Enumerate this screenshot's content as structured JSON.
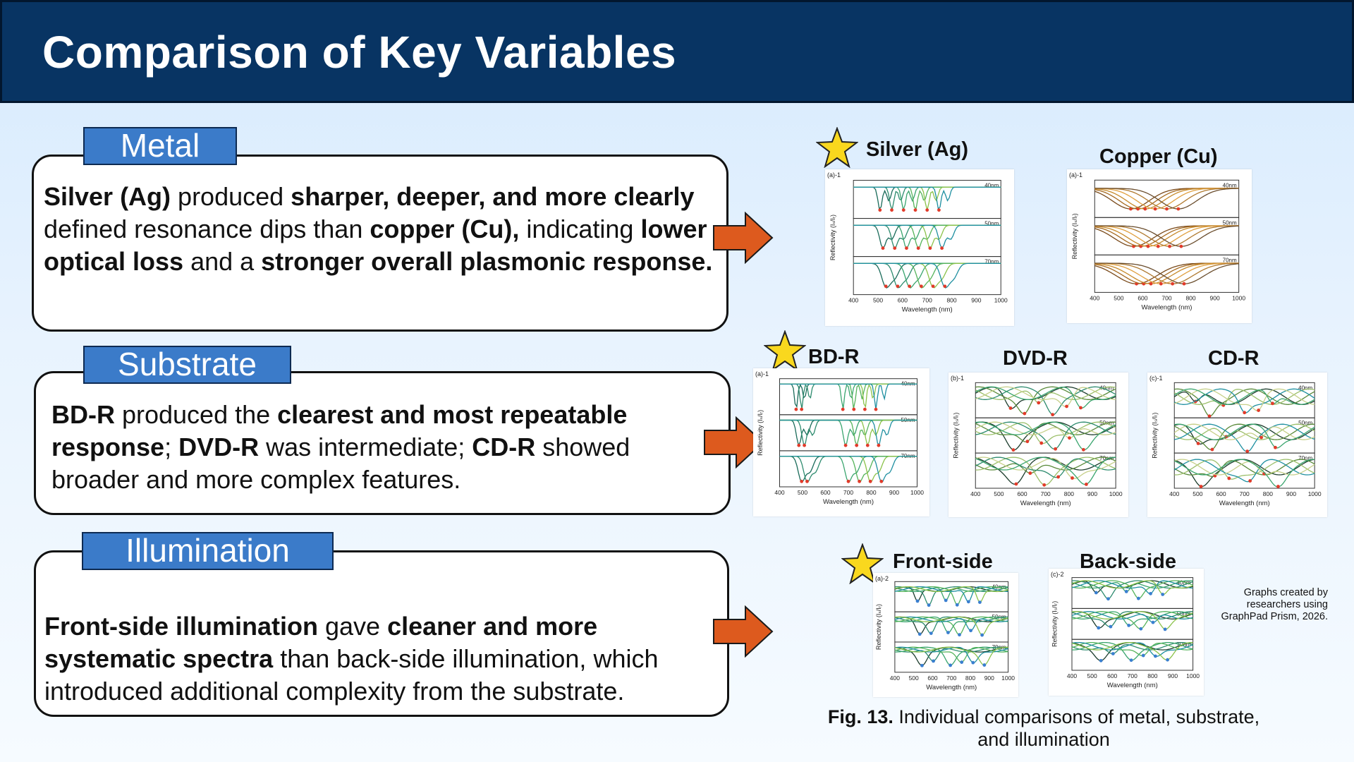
{
  "title": "Comparison of Key Variables",
  "sections": {
    "metal": {
      "label": "Metal",
      "s1": "Silver (Ag)",
      "s2": " produced ",
      "s3": "sharper, deeper, and more clearly",
      "s4": " defined resonance dips than ",
      "s5": "copper (Cu),",
      "s6": " indicating ",
      "s7": "lower optical loss",
      "s8": " and a ",
      "s9": "stronger overall plasmonic response."
    },
    "substrate": {
      "label": "Substrate",
      "s1": "BD-R",
      "s2": " produced the ",
      "s3": "clearest and most repeatable response",
      "s4": "; ",
      "s5": "DVD-R",
      "s6": " was intermediate; ",
      "s7": "CD-R",
      "s8": " showed broader and more complex features."
    },
    "illumination": {
      "label": "Illumination",
      "s1": "Front-side illumination",
      "s2": " gave ",
      "s3": "cleaner and more systematic spectra",
      "s4": " than back-side illumination, which introduced additional complexity from the substrate."
    }
  },
  "figures": {
    "silver": "Silver (Ag)",
    "copper": "Copper (Cu)",
    "bdr": "BD-R",
    "dvdr": "DVD-R",
    "cdr": "CD-R",
    "front": "Front-side",
    "back": "Back-side"
  },
  "panel_text": {
    "ylabel": "Reflectivity (Iₛ/Iᵣ)",
    "xlabel": "Wavelength (nm)",
    "x_ticks": [
      "400",
      "500",
      "600",
      "700",
      "800",
      "900",
      "1000"
    ],
    "thickness": [
      "40nm",
      "50nm",
      "70nm"
    ],
    "panel_ids": {
      "silver": "(a)-1",
      "copper": "(a)-1",
      "bdr": "(a)-1",
      "dvdr": "(b)-1",
      "cdr": "(c)-1",
      "front": "(a)-2",
      "back": "(c)-2"
    }
  },
  "credit": "Graphs created by researchers using GraphPad Prism, 2026.",
  "caption": {
    "bold": "Fig. 13.",
    "text": " Individual comparisons of metal, substrate, and illumination"
  },
  "colors": {
    "header_bg": "#083463",
    "label_bg": "#3b7bc9",
    "arrow": "#dd5a1e",
    "star": "#f9d81e",
    "silver_lines": [
      "#1a6b5a",
      "#2d8b6e",
      "#3aa56e",
      "#55b35a",
      "#8bc24a",
      "#1e8fa0"
    ],
    "copper_lines": [
      "#7a4a1a",
      "#a66a20",
      "#c78a2a",
      "#e0a040",
      "#b07a30",
      "#6b4e2e"
    ],
    "marker_red": "#e23b2a",
    "marker_blue": "#3a7fd0"
  }
}
